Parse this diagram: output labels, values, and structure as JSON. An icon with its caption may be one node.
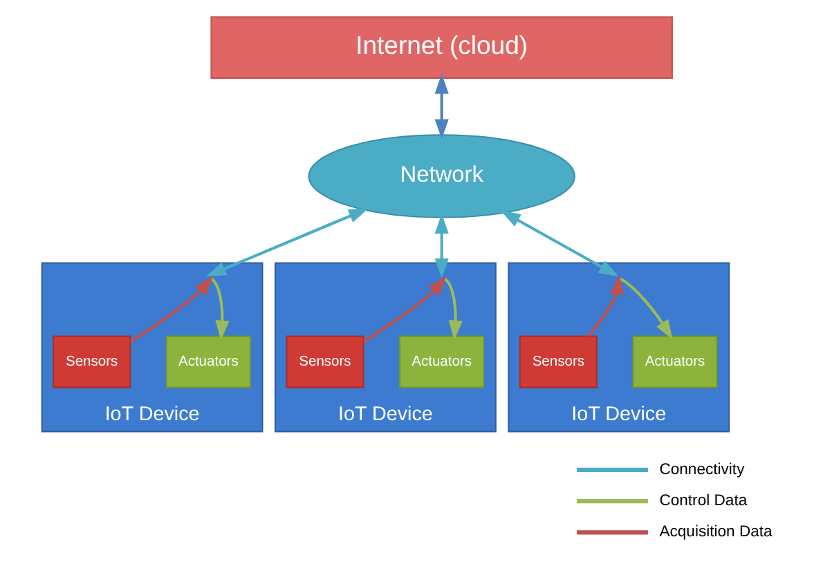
{
  "diagram": {
    "nodes": [
      {
        "text": [
          "Internet (cloud)"
        ]
      },
      {
        "text": [
          "Network"
        ]
      },
      {
        "text": [
          "IoT Device"
        ]
      },
      {
        "text": [
          "Sensors"
        ],
        "in": 2
      },
      {
        "text": [
          "Actuators"
        ],
        "in": 2
      },
      {
        "text": [
          "IoT Device"
        ]
      },
      {
        "text": [
          "Sensors"
        ],
        "in": 5
      },
      {
        "text": [
          "Actuators"
        ],
        "in": 5
      },
      {
        "text": [
          "IoT Device"
        ]
      },
      {
        "text": [
          "Sensors"
        ],
        "in": 8
      },
      {
        "text": [
          "Actuators"
        ],
        "in": 8
      }
    ],
    "edges": [
      {
        "from": 0,
        "to": 1,
        "arrow": "both",
        "color": "#4f81bd"
      },
      {
        "from": 1,
        "to": 2,
        "arrow": "both",
        "color": "#4bacc6"
      },
      {
        "from": 1,
        "to": 5,
        "arrow": "both",
        "color": "#4bacc6"
      },
      {
        "from": 1,
        "to": 8,
        "arrow": "both",
        "color": "#4bacc6"
      },
      {
        "from": 3,
        "to": 2,
        "arrow": "to",
        "color": "#c0504d"
      },
      {
        "from": 2,
        "to": 4,
        "arrow": "to",
        "color": "#9bbb59"
      },
      {
        "from": 6,
        "to": 5,
        "arrow": "to",
        "color": "#c0504d"
      },
      {
        "from": 5,
        "to": 7,
        "arrow": "to",
        "color": "#9bbb59"
      },
      {
        "from": 9,
        "to": 8,
        "arrow": "to",
        "color": "#c0504d"
      },
      {
        "from": 8,
        "to": 10,
        "arrow": "to",
        "color": "#9bbb59"
      }
    ],
    "legend": [
      {
        "text": "Connectivity"
      },
      {
        "text": "Control Data"
      },
      {
        "text": "Acquisition Data"
      }
    ]
  }
}
